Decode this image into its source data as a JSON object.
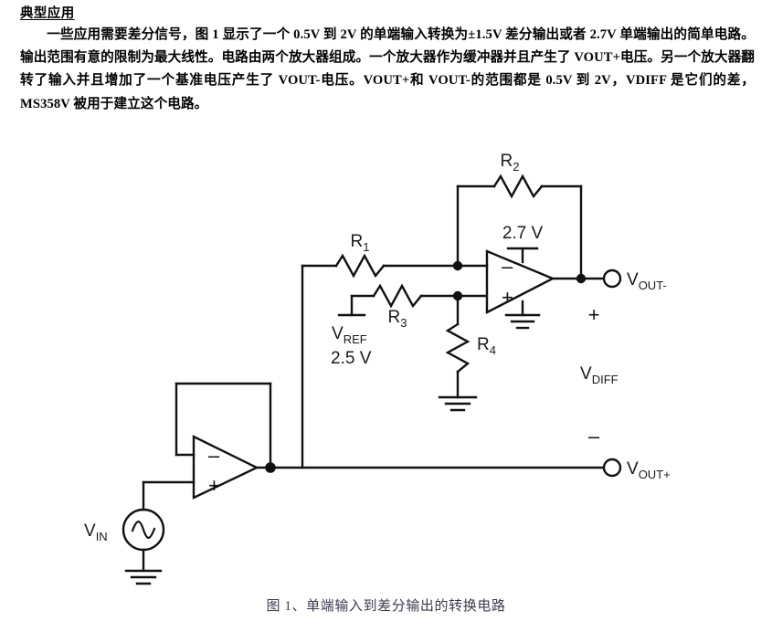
{
  "document": {
    "section_heading": "典型应用",
    "body_paragraph": "一些应用需要差分信号，图 1 显示了一个 0.5V 到 2V 的单端输入转换为±1.5V 差分输出或者 2.7V 单端输出的简单电路。输出范围有意的限制为最大线性。电路由两个放大器组成。一个放大器作为缓冲器并且产生了 VOUT+电压。另一个放大器翻转了输入并且增加了一个基准电压产生了 VOUT-电压。VOUT+和 VOUT-的范围都是 0.5V 到 2V，VDIFF 是它们的差，MS358V 被用于建立这个电路。",
    "figure_caption": "图 1、单端输入到差分输出的转换电路"
  },
  "schematic": {
    "components": {
      "r1": "R",
      "r1_sub": "1",
      "r2": "R",
      "r2_sub": "2",
      "r3": "R",
      "r3_sub": "3",
      "r4": "R",
      "r4_sub": "4"
    },
    "supplies": {
      "opamp_supply": "2.7 V",
      "vref_name": "V",
      "vref_sub": "REF",
      "vref_value": "2.5 V"
    },
    "ports": {
      "vin_name": "V",
      "vin_sub": "IN",
      "vout_minus_name": "V",
      "vout_minus_sub": "OUT-",
      "vout_plus_name": "V",
      "vout_plus_sub": "OUT+",
      "vdiff_name": "V",
      "vdiff_sub": "DIFF",
      "polarity_plus": "+",
      "polarity_minus": "–"
    },
    "opamp_top": {
      "inverting_sign": "–",
      "noninverting_sign": "+"
    },
    "opamp_buffer": {
      "inverting_sign": "–",
      "noninverting_sign": "+"
    },
    "colors": {
      "wire": "#111111",
      "text": "#1a1a1a",
      "caption": "#3b3b4d",
      "background": "#ffffff"
    }
  }
}
